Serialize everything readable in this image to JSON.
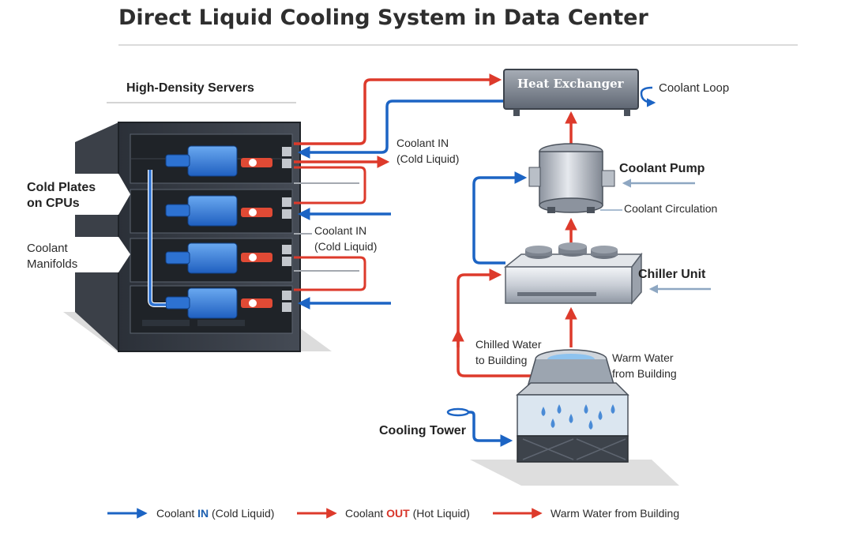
{
  "title": "Direct Liquid Cooling System in Data Center",
  "server_section_label": "High-Density Servers",
  "callouts": {
    "cold_plates": [
      "Cold Plates",
      "on CPUs"
    ],
    "manifolds": [
      "Coolant",
      "Manifolds"
    ],
    "coolant_in_top": [
      "Coolant IN",
      "(Cold Liquid)"
    ],
    "coolant_in_mid": [
      "Coolant IN",
      "(Cold Liquid)"
    ]
  },
  "components": {
    "heat_exchanger": "Heat Exchanger",
    "coolant_loop": "Coolant Loop",
    "coolant_pump": "Coolant Pump",
    "coolant_circulation": "Coolant Circulation",
    "chiller_unit": "Chiller Unit",
    "chilled_water": [
      "Chilled Water",
      "to Building"
    ],
    "warm_water": [
      "Warm Water",
      "from Building"
    ],
    "cooling_tower": "Cooling Tower"
  },
  "legend": {
    "coolant_in_prefix": "Coolant ",
    "coolant_in_key": "IN",
    "coolant_in_suffix": " (Cold Liquid)",
    "coolant_out_prefix": "Coolant ",
    "coolant_out_key": "OUT",
    "coolant_out_suffix": " (Hot Liquid)",
    "warm_water": "Warm Water from Building"
  },
  "colors": {
    "cold": "#1c64c4",
    "hot": "#dd3a2b",
    "neutral": "#8ea7c2"
  }
}
